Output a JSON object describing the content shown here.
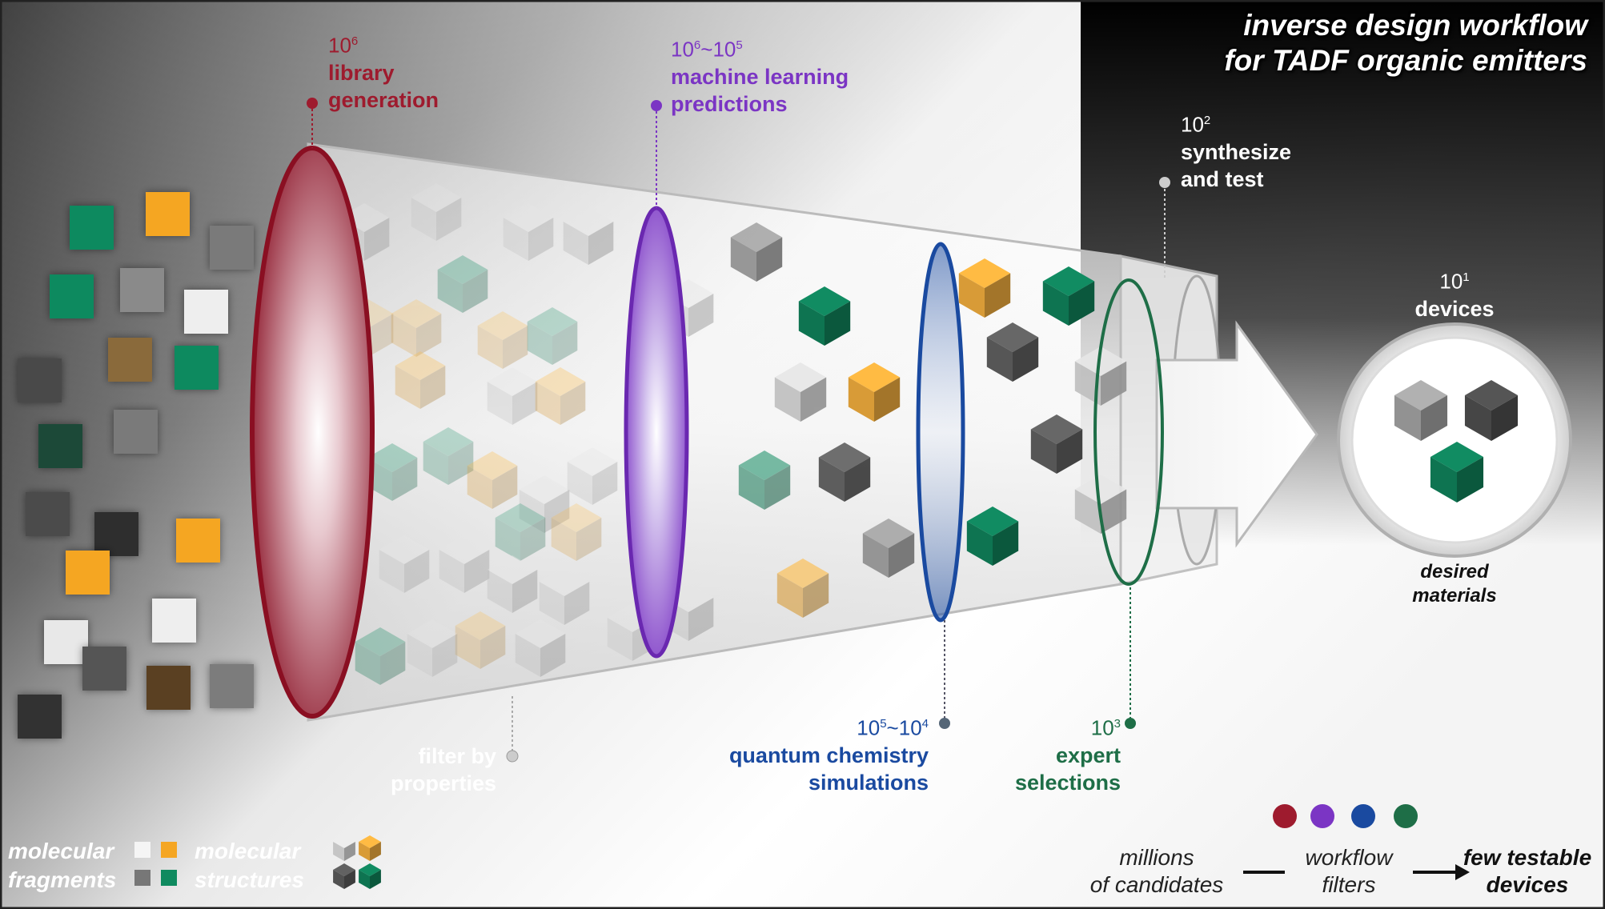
{
  "title": {
    "line1": "inverse design workflow",
    "line2": "for TADF organic emitters"
  },
  "colors": {
    "library": "#9e1b2e",
    "ml": "#7b35c4",
    "quantum": "#1a4aa0",
    "expert": "#1e6e47",
    "orange": "#f5a623",
    "green": "#0f8a5f"
  },
  "stages": {
    "library": {
      "count": "10",
      "exp": "6",
      "label1": "library",
      "label2": "generation"
    },
    "ml": {
      "count": "10",
      "exp": "6",
      "sep": "~10",
      "exp2": "5",
      "label1": "machine learning",
      "label2": "predictions"
    },
    "filter": {
      "label1": "filter by",
      "label2": "properties"
    },
    "quantum": {
      "count": "10",
      "exp": "5",
      "sep": "~10",
      "exp2": "4",
      "label1": "quantum chemistry",
      "label2": "simulations"
    },
    "expert": {
      "count": "10",
      "exp": "3",
      "label1": "expert",
      "label2": "selections"
    },
    "synth": {
      "count": "10",
      "exp": "2",
      "label1": "synthesize",
      "label2": "and test"
    },
    "devices": {
      "count": "10",
      "exp": "1",
      "label1": "devices"
    }
  },
  "desired": {
    "line1": "desired",
    "line2": "materials"
  },
  "legend": {
    "fragments1": "molecular",
    "fragments2": "fragments",
    "structures1": "molecular",
    "structures2": "structures"
  },
  "flow": {
    "left1": "millions",
    "left2": "of candidates",
    "mid1": "workflow",
    "mid2": "filters",
    "right1": "few testable",
    "right2": "devices"
  }
}
